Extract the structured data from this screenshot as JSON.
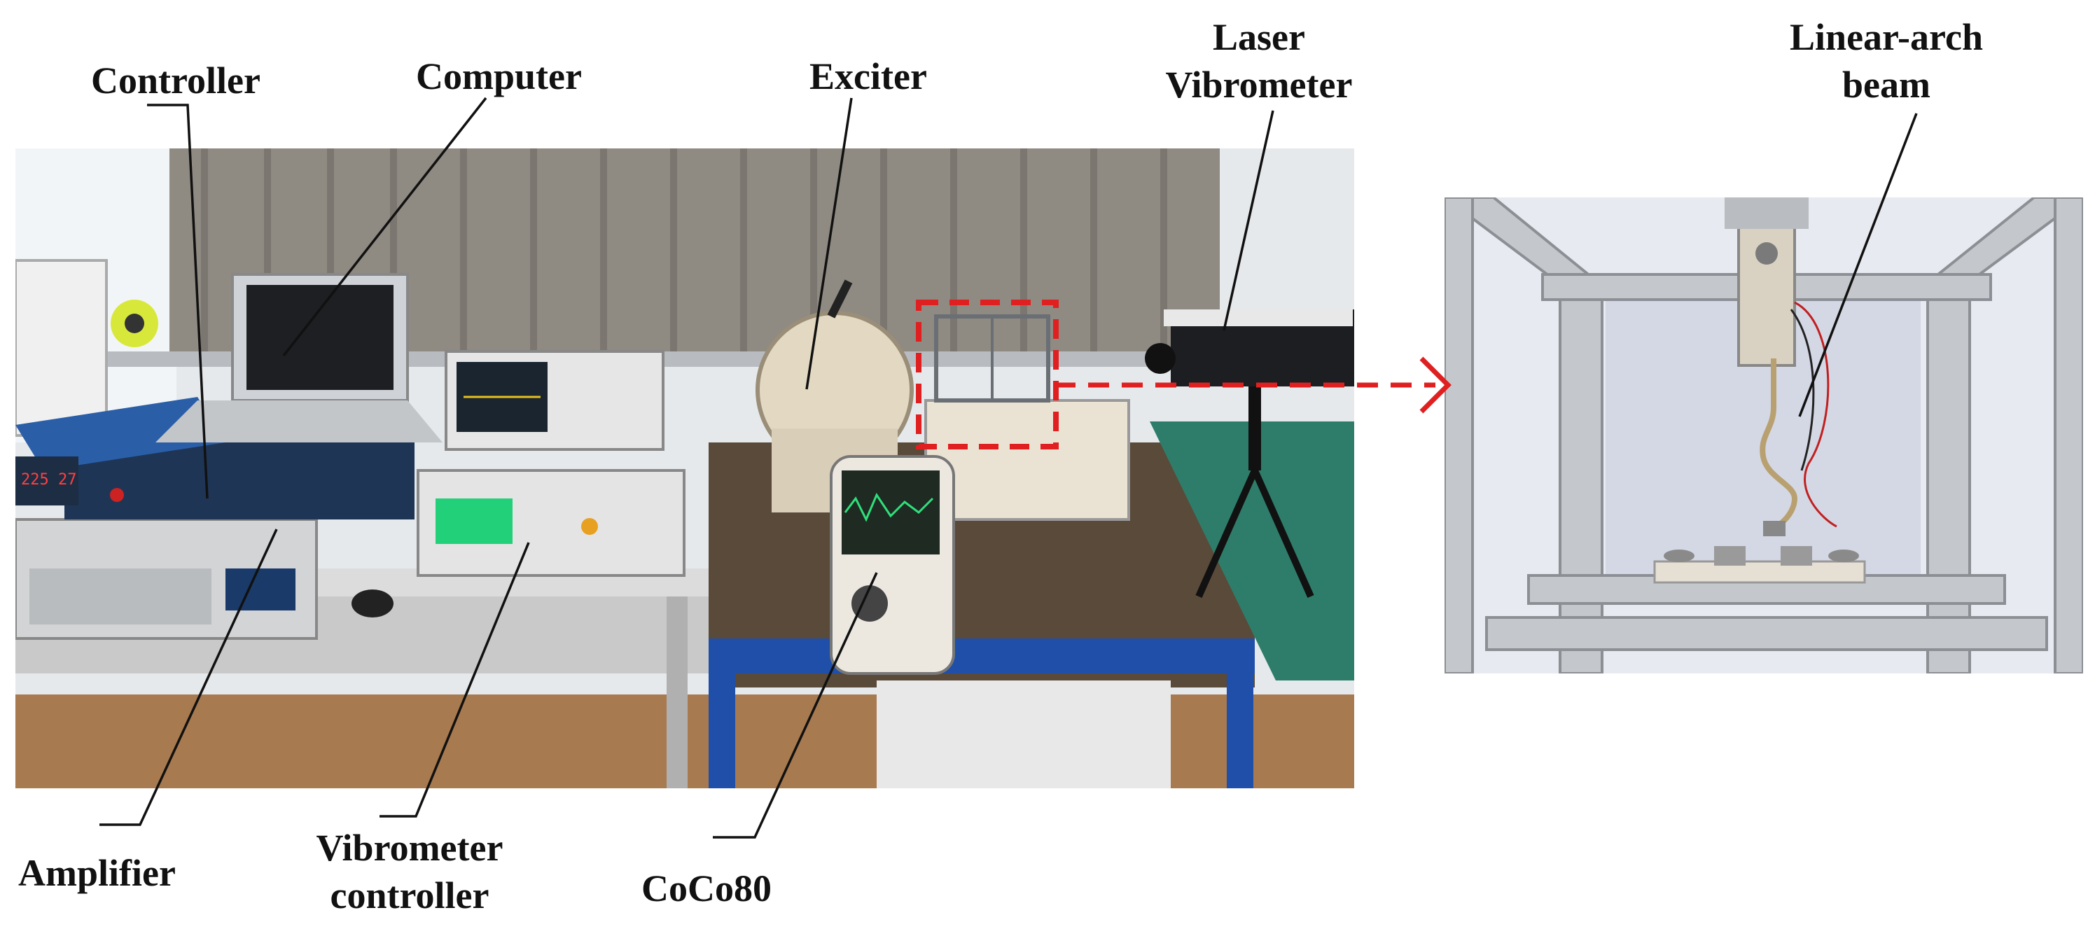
{
  "labels": {
    "controller": "Controller",
    "computer": "Computer",
    "exciter": "Exciter",
    "laser_vibrometer_line1": "Laser",
    "laser_vibrometer_line2": "Vibrometer",
    "linear_arch_line1": "Linear-arch",
    "linear_arch_line2": "beam",
    "amplifier": "Amplifier",
    "vibrometer_controller_line1": "Vibrometer",
    "vibrometer_controller_line2": "controller",
    "coco80": "CoCo80"
  },
  "colors": {
    "leader_line": "#111111",
    "highlight_dash": "#e02020",
    "curtain": "#8f8a82",
    "wall": "#e9ecef",
    "floor": "#a87a4f",
    "table_blue": "#1f4fa8",
    "table_white": "#dcdcdc",
    "frame_aluminum": "#c4c7cb"
  }
}
